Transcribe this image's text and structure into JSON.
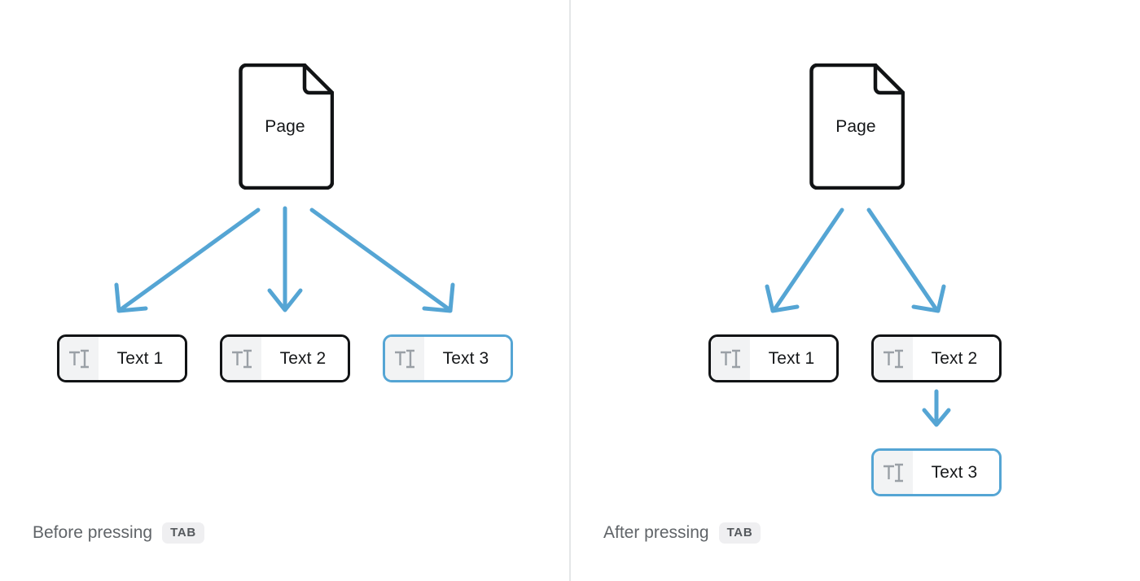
{
  "colors": {
    "arrow": "#55a5d4",
    "node_border": "#111315",
    "node_border_selected": "#55a5d4",
    "icon_cell_bg": "#f2f3f4",
    "icon_glyph": "#9aa0a6",
    "text": "#16181a",
    "caption_text": "#606468",
    "kbd_bg": "#efeff1",
    "kbd_text": "#55595d",
    "divider": "#e4e6e8",
    "background": "#ffffff"
  },
  "panels": [
    {
      "id": "before",
      "caption_text": "Before pressing",
      "caption_key": "TAB",
      "page": {
        "label": "Page"
      },
      "nodes": [
        {
          "label": "Text 1",
          "icon": "text-cursor-icon",
          "selected": false
        },
        {
          "label": "Text 2",
          "icon": "text-cursor-icon",
          "selected": false
        },
        {
          "label": "Text 3",
          "icon": "text-cursor-icon",
          "selected": true
        }
      ]
    },
    {
      "id": "after",
      "caption_text": "After pressing",
      "caption_key": "TAB",
      "page": {
        "label": "Page"
      },
      "nodes": [
        {
          "label": "Text 1",
          "icon": "text-cursor-icon",
          "selected": false
        },
        {
          "label": "Text 2",
          "icon": "text-cursor-icon",
          "selected": false
        },
        {
          "label": "Text 3",
          "icon": "text-cursor-icon",
          "selected": true
        }
      ]
    }
  ]
}
